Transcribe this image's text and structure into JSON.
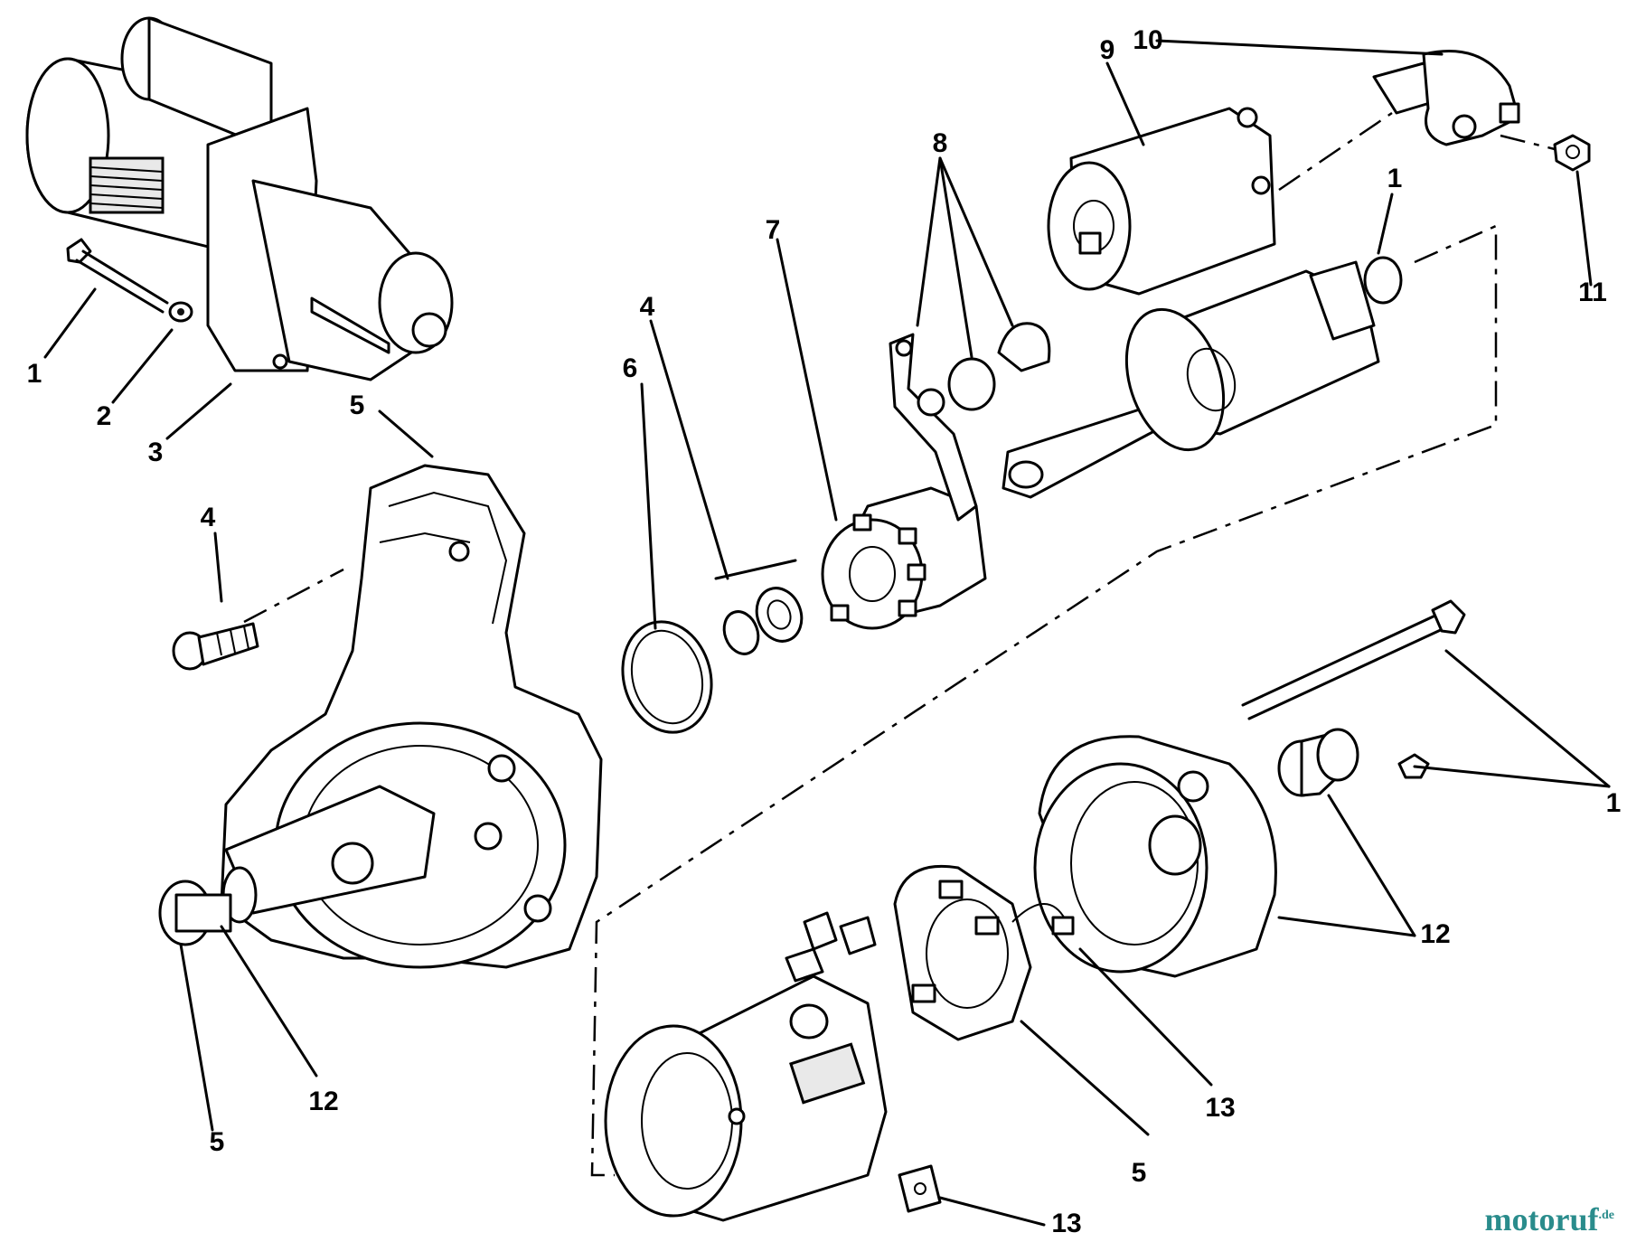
{
  "diagram": {
    "callouts": {
      "c1_bolt": "1",
      "c2_washer": "2",
      "c3_motor": "3",
      "c5_housing_top": "5",
      "c4_screw": "4",
      "c6_ring": "6",
      "c4_spring": "4",
      "c7_gear": "7",
      "c8_lever": "8",
      "c9_solenoid": "9",
      "c10_cover": "10",
      "c1_armature": "1",
      "c11_nut": "11",
      "c1_right": "1",
      "c12_right": "12",
      "c12_pinion": "12",
      "c5_pinion": "5",
      "c13_brush": "13",
      "c5_brush": "5",
      "c13_bottom": "13"
    }
  },
  "watermark": {
    "brand": "motoruf",
    "suffix": ".de"
  }
}
